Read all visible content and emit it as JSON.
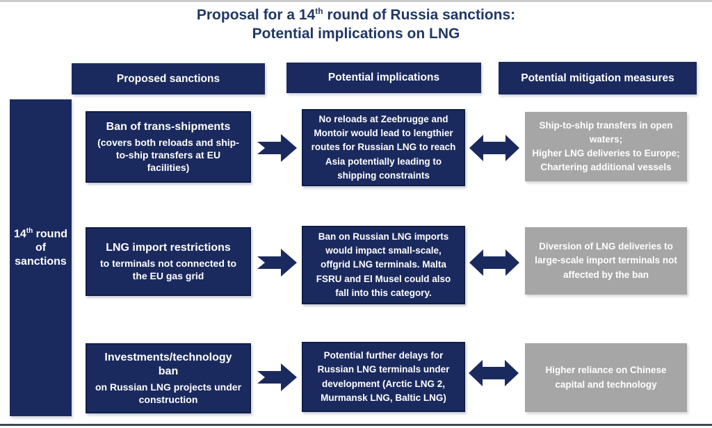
{
  "theme": {
    "navy": "#1b2a5e",
    "navy-border": "#101d47",
    "gray": "#a6a6a6",
    "title": "#1f3864",
    "rule-top": "#cbcbcb",
    "rule-bottom": "#3d4855",
    "white": "#ffffff"
  },
  "title": {
    "line1_pre": "Proposal for a 14",
    "line1_sup": "th",
    "line1_post": " round of Russia sanctions:",
    "line2": "Potential implications on LNG"
  },
  "columns": [
    {
      "label": "Proposed sanctions"
    },
    {
      "label": "Potential implications"
    },
    {
      "label": "Potential mitigation measures"
    }
  ],
  "side_label": {
    "pre": "14",
    "sup": "th",
    "post": " round",
    "line2": "of",
    "line3": "sanctions"
  },
  "rows": [
    {
      "sanction": {
        "title": "Ban of trans-shipments",
        "detail": "(covers both reloads and ship-to-ship transfers at EU facilities)"
      },
      "implication": "No reloads at Zeebrugge and Montoir would lead to lengthier routes for Russian LNG to reach Asia potentially leading to shipping constraints",
      "mitigation": "Ship-to-ship transfers in open waters;\nHigher LNG deliveries to Europe;\nChartering additional vessels"
    },
    {
      "sanction": {
        "title": "LNG import restrictions",
        "detail": "to terminals not connected to the EU gas grid"
      },
      "implication": "Ban on Russian LNG imports would impact small-scale, offgrid LNG terminals. Malta FSRU and El Musel could also fall into this category.",
      "mitigation": "Diversion of LNG deliveries to large-scale import terminals not affected by the ban"
    },
    {
      "sanction": {
        "title": "Investments/technology ban",
        "detail": "on Russian LNG projects under construction"
      },
      "implication": "Potential further delays for Russian LNG terminals under development (Arctic LNG 2, Murmansk LNG, Baltic LNG)",
      "mitigation": "Higher reliance on Chinese capital and technology"
    }
  ]
}
